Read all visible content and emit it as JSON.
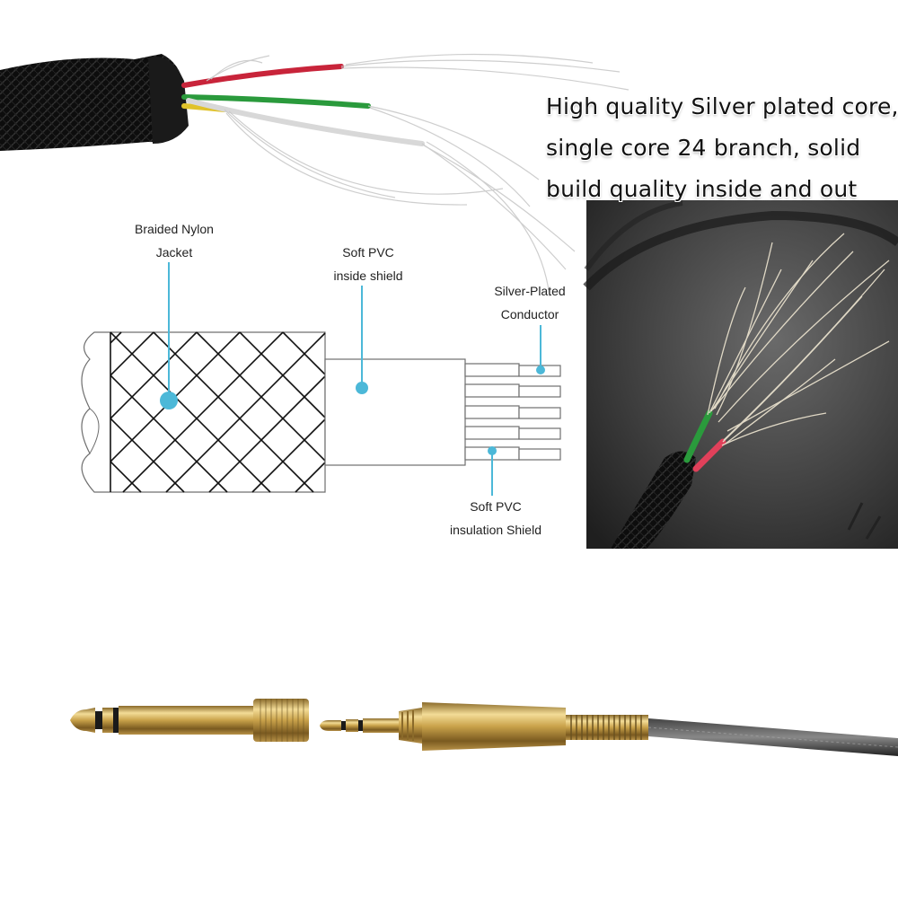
{
  "headline": {
    "lines": [
      "High quality Silver plated core,",
      "single core 24 branch, solid",
      "build quality inside and out"
    ]
  },
  "callouts": {
    "jacket": [
      "Braided Nylon",
      "Jacket"
    ],
    "inside_shield": [
      "Soft PVC",
      "inside shield"
    ],
    "conductor": [
      "Silver-Plated",
      "Conductor"
    ],
    "insulation": [
      "Soft PVC",
      "insulation Shield"
    ]
  },
  "colors": {
    "callout_line": "#4cb8d8",
    "diagram_line": "#6f6f6f",
    "braid": "#111111",
    "gold": "#c9a24a",
    "cable": "#1a1a1a",
    "wire_red": "#c8243a",
    "wire_green": "#2a9a3c",
    "wire_yellow": "#e0c22a"
  }
}
